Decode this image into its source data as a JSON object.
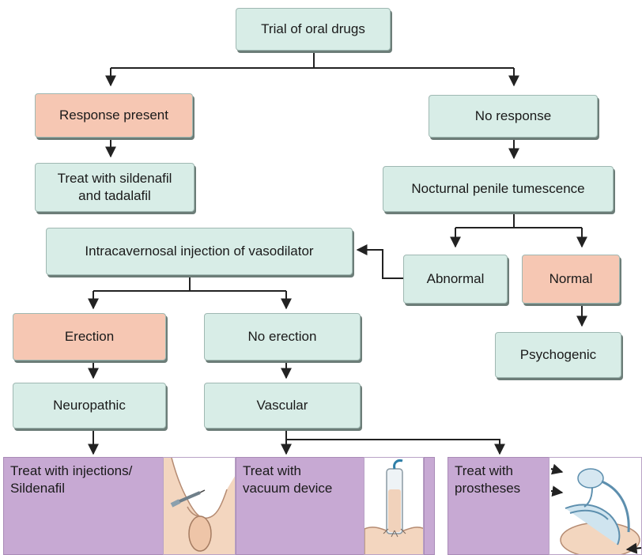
{
  "nodes": {
    "trial": "Trial of oral drugs",
    "response_present": "Response present",
    "no_response": "No response",
    "treat_sildenafil": "Treat with sildenafil\nand tadalafil",
    "npt": "Nocturnal penile tumescence",
    "intracavernosal": "Intracavernosal injection of vasodilator",
    "abnormal": "Abnormal",
    "normal": "Normal",
    "erection": "Erection",
    "no_erection": "No erection",
    "psychogenic": "Psychogenic",
    "neuropathic": "Neuropathic",
    "vascular": "Vascular"
  },
  "treatments": {
    "injections": "Treat with injections/\nSildenafil",
    "vacuum": "Treat with\nvacuum device",
    "prostheses": "Treat with\nprostheses"
  },
  "colors": {
    "teal": "#d8ede7",
    "pink": "#f6c7b3",
    "purple": "#c7a9d3",
    "arrow": "#222222"
  },
  "icons": {
    "injection_illustration": "injection-illustration-icon",
    "vacuum_illustration": "vacuum-device-illustration-icon",
    "prosthesis_illustration": "penile-prosthesis-illustration-icon"
  }
}
